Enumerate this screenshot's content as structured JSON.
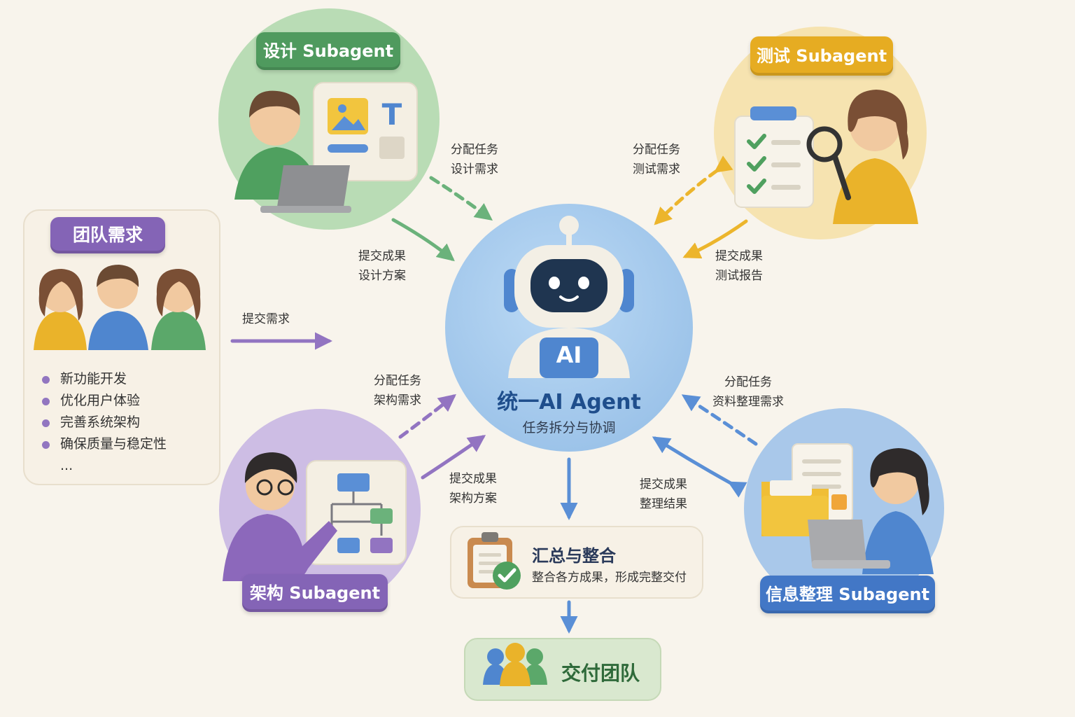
{
  "hub": {
    "title": "统一AI Agent",
    "subtitle": "任务拆分与协调",
    "badge": "AI"
  },
  "team": {
    "title": "团队需求",
    "items": [
      "新功能开发",
      "优化用户体验",
      "完善系统架构",
      "确保质量与稳定性",
      "..."
    ],
    "submit_label": "提交需求"
  },
  "design": {
    "title": "设计 Subagent",
    "assign": [
      "分配任务",
      "设计需求"
    ],
    "submit": [
      "提交成果",
      "设计方案"
    ]
  },
  "test": {
    "title": "测试 Subagent",
    "assign": [
      "分配任务",
      "测试需求"
    ],
    "submit": [
      "提交成果",
      "测试报告"
    ]
  },
  "arch": {
    "title": "架构 Subagent",
    "assign": [
      "分配任务",
      "架构需求"
    ],
    "submit": [
      "提交成果",
      "架构方案"
    ]
  },
  "info": {
    "title": "信息整理 Subagent",
    "assign": [
      "分配任务",
      "资料整理需求"
    ],
    "submit": [
      "提交成果",
      "整理结果"
    ]
  },
  "summary": {
    "title": "汇总与整合",
    "subtitle": "整合各方成果，形成完整交付"
  },
  "delivery": {
    "title": "交付团队"
  },
  "colors": {
    "background": "#f8f4ec",
    "hub": "#a9cdee",
    "design": "#b9dcb5",
    "test": "#f6e3b0",
    "arch": "#cdbde4",
    "info": "#a9c8ea",
    "green": "#5ba86a",
    "yellow": "#eab32a",
    "purple": "#8c68bb",
    "blue": "#4f86cf"
  }
}
